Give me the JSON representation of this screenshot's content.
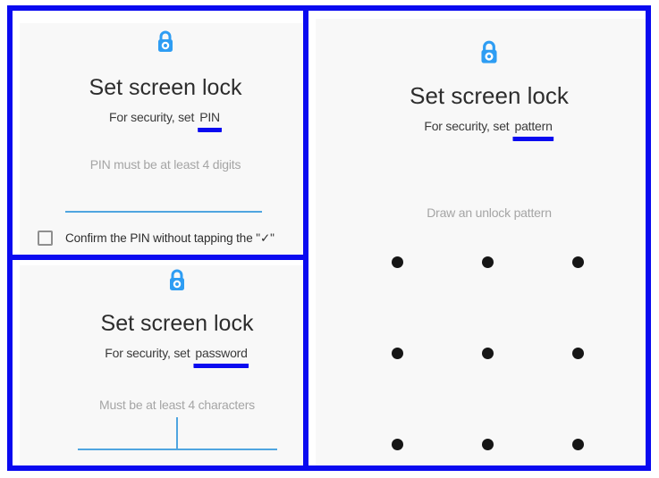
{
  "colors": {
    "annotation_blue": "#0a0af0",
    "lock_blue": "#2e9df3",
    "field_line_blue": "#4fa5e0",
    "screen_gray": "#f8f8f8"
  },
  "panels": {
    "pin": {
      "title": "Set screen lock",
      "subtitle_prefix": "For security, set",
      "subtitle_highlight": "PIN",
      "field_placeholder": "PIN must be at least 4 digits",
      "checkbox_label": "Confirm the PIN without tapping the \"✓\"",
      "checkbox_checked": false
    },
    "password": {
      "title": "Set screen lock",
      "subtitle_prefix": "For security, set",
      "subtitle_highlight": "password",
      "field_placeholder": "Must be at least 4 characters"
    },
    "pattern": {
      "title": "Set screen lock",
      "subtitle_prefix": "For security, set",
      "subtitle_highlight": "pattern",
      "hint": "Draw an unlock pattern",
      "grid": {
        "rows": 3,
        "cols": 3
      }
    }
  },
  "icons": {
    "lock": "lock-icon"
  }
}
